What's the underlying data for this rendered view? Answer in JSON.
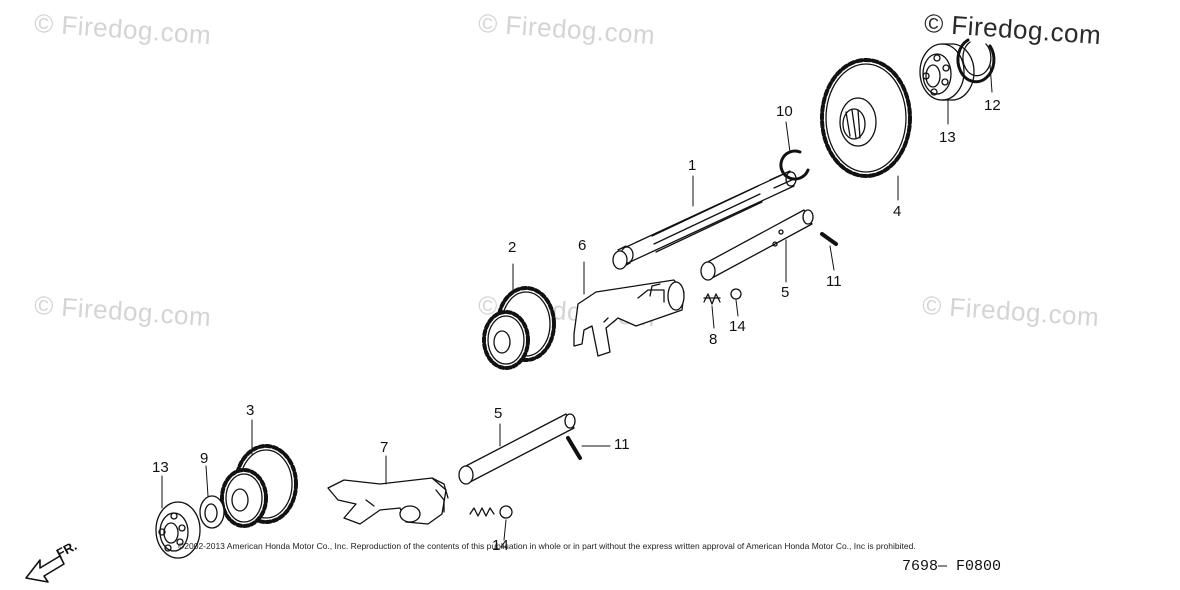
{
  "watermarks": [
    "© Firedog.com",
    "© Firedog.com",
    "© Firedog.com",
    "© Firedog.com",
    "© Firedog.com",
    "© Firedog.com"
  ],
  "callouts": [
    "1",
    "2",
    "3",
    "4",
    "5",
    "5",
    "6",
    "7",
    "8",
    "9",
    "10",
    "11",
    "11",
    "12",
    "13",
    "13",
    "14",
    "14"
  ],
  "copyright": "©2002-2013 American Honda Motor Co., Inc. Reproduction of the contents of this publication in whole or in part without the express written approval of American Honda Motor Co., Inc is prohibited.",
  "figure_code": "7698— F0800",
  "front_label": "FR.",
  "colors": {
    "ink": "#111111",
    "watermark": "#d4d4d4"
  }
}
